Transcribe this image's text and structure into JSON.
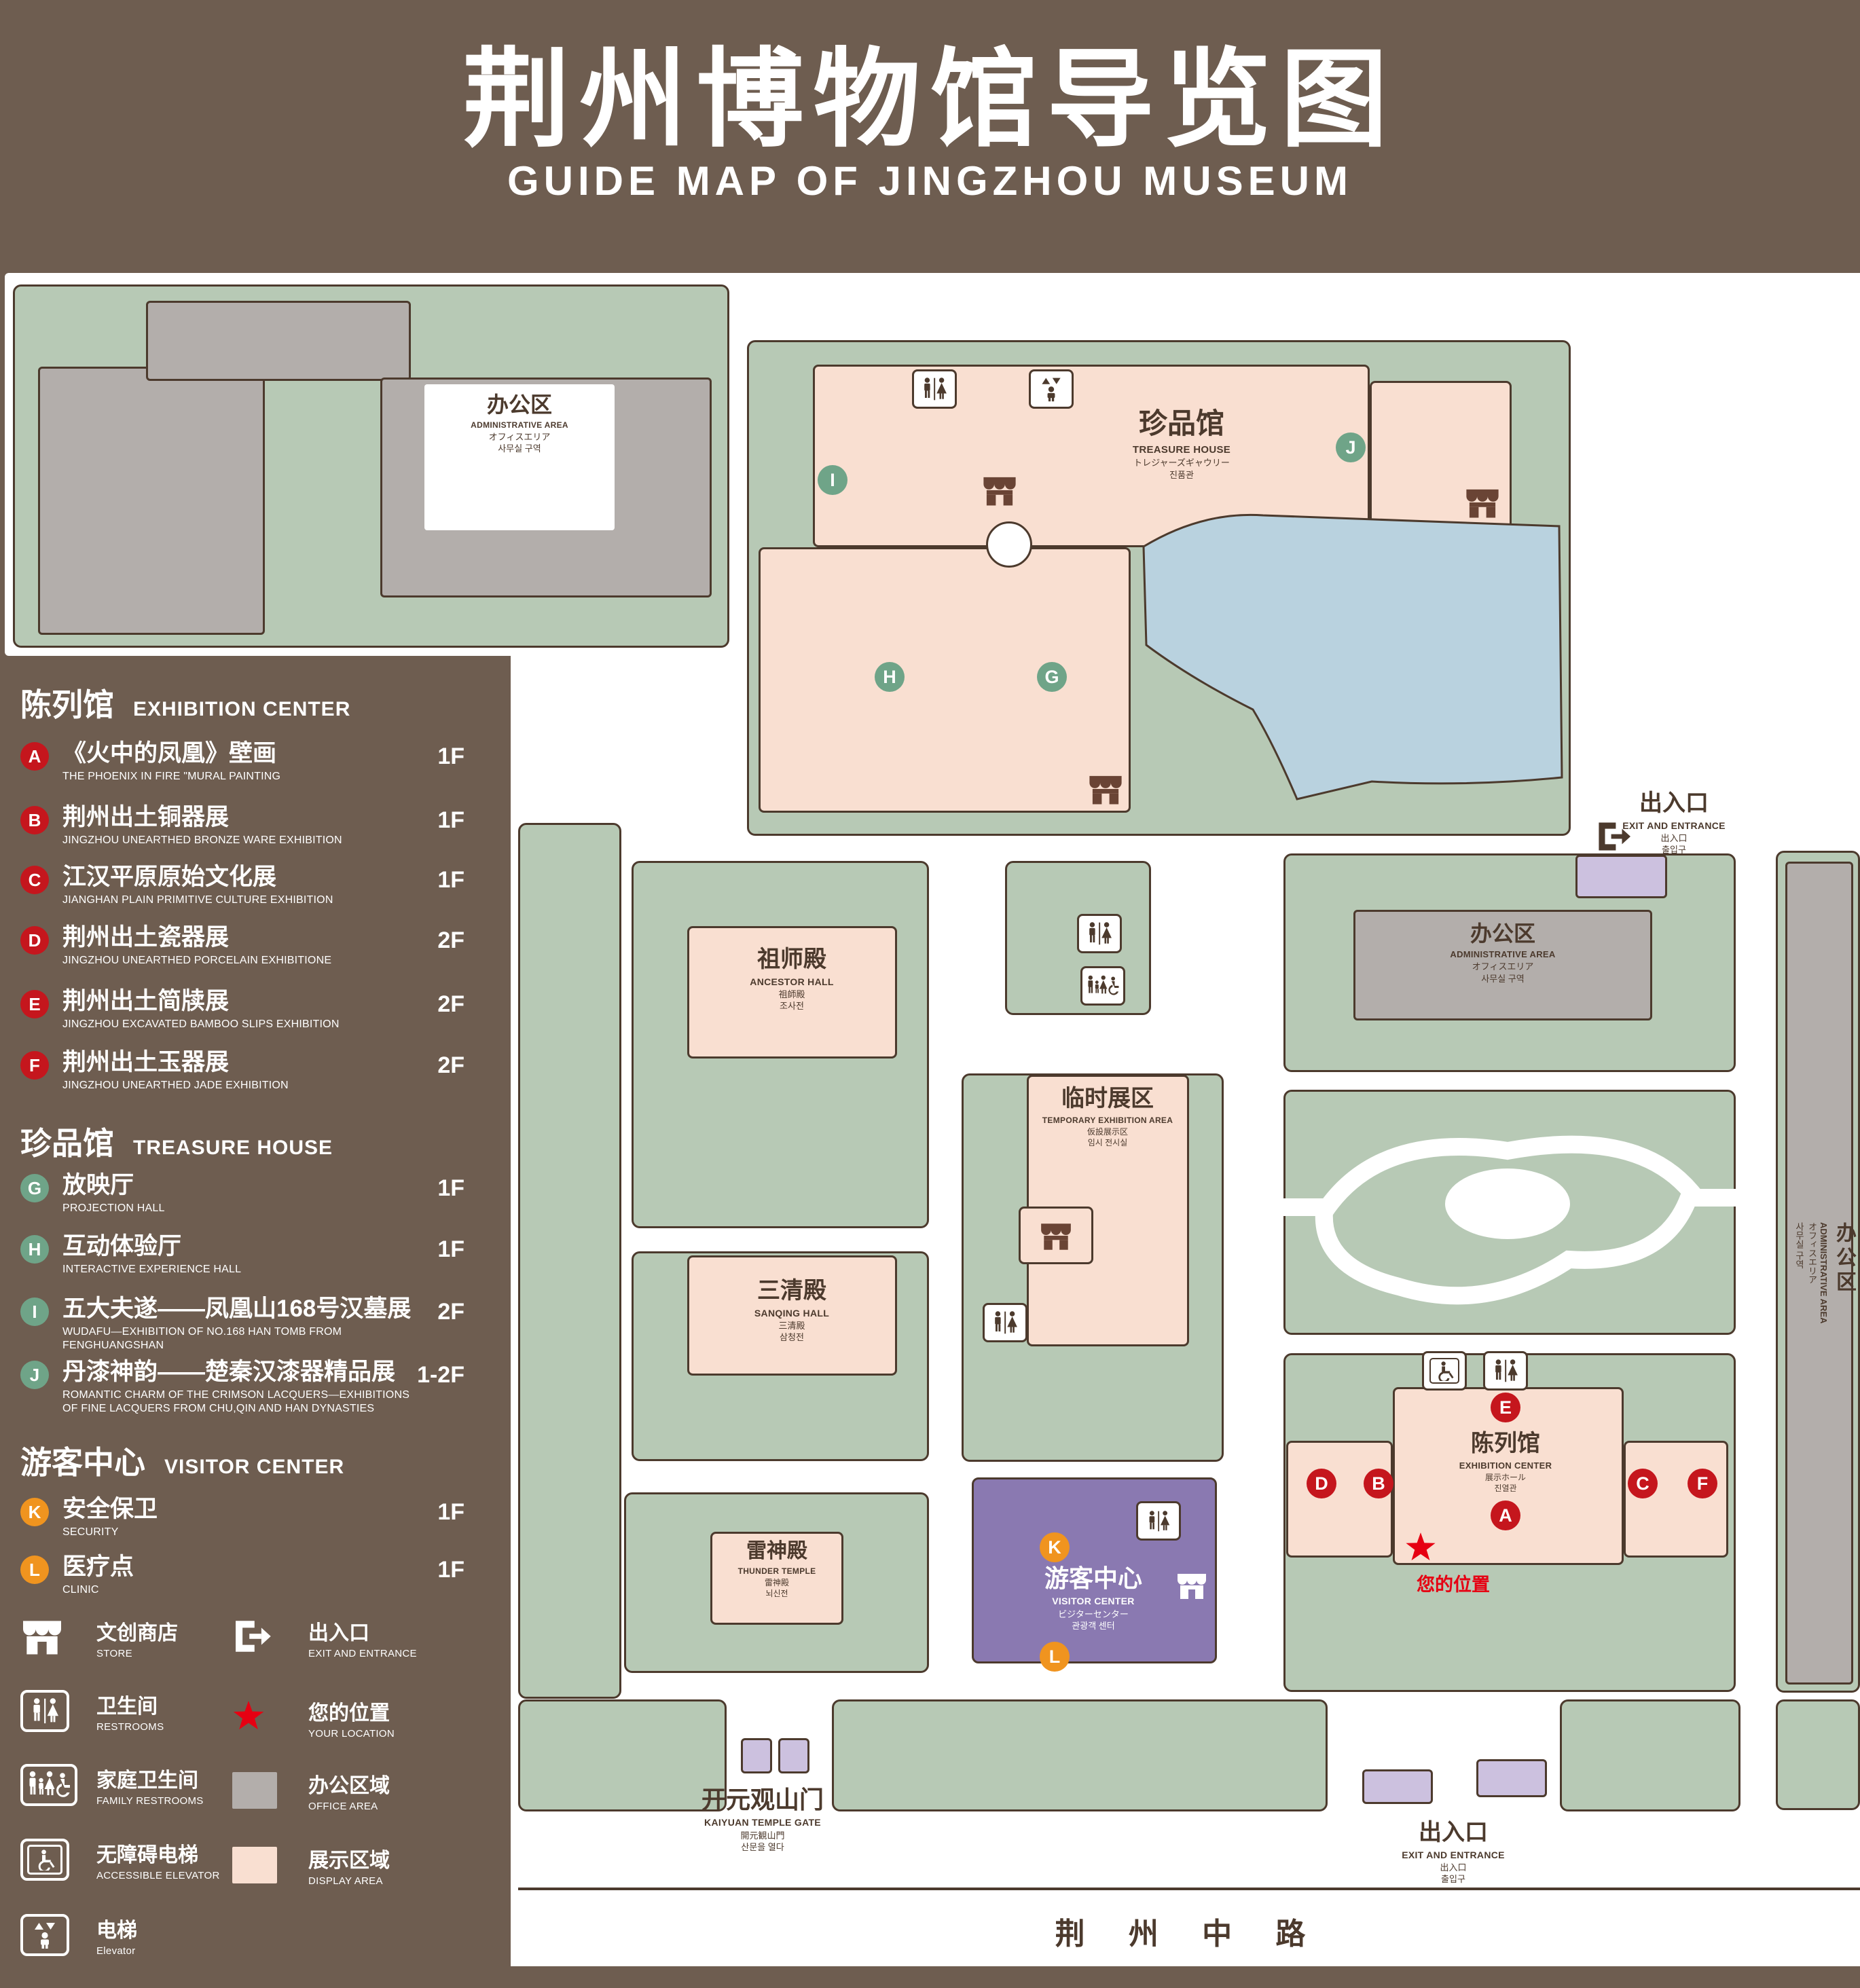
{
  "title": {
    "zh": "荆州博物馆导览图",
    "en": "GUIDE MAP OF JINGZHOU MUSEUM"
  },
  "legend": {
    "sections": [
      {
        "title_zh": "陈列馆",
        "title_en": "EXHIBITION CENTER",
        "items": [
          {
            "letter": "A",
            "zh": "《火中的凤凰》壁画",
            "en": "THE PHOENIX IN FIRE \"MURAL PAINTING",
            "floor": "1F"
          },
          {
            "letter": "B",
            "zh": "荆州出土铜器展",
            "en": "JINGZHOU UNEARTHED BRONZE WARE EXHIBITION",
            "floor": "1F"
          },
          {
            "letter": "C",
            "zh": "江汉平原原始文化展",
            "en": "JIANGHAN PLAIN PRIMITIVE CULTURE EXHIBITION",
            "floor": "1F"
          },
          {
            "letter": "D",
            "zh": "荆州出土瓷器展",
            "en": "JINGZHOU UNEARTHED PORCELAIN EXHIBITIONE",
            "floor": "2F"
          },
          {
            "letter": "E",
            "zh": "荆州出土简牍展",
            "en": "JINGZHOU EXCAVATED BAMBOO SLIPS EXHIBITION",
            "floor": "2F"
          },
          {
            "letter": "F",
            "zh": "荆州出土玉器展",
            "en": "JINGZHOU UNEARTHED JADE EXHIBITION",
            "floor": "2F"
          }
        ]
      },
      {
        "title_zh": "珍品馆",
        "title_en": "TREASURE HOUSE",
        "items": [
          {
            "letter": "G",
            "zh": "放映厅",
            "en": "PROJECTION HALL",
            "floor": "1F"
          },
          {
            "letter": "H",
            "zh": "互动体验厅",
            "en": "INTERACTIVE EXPERIENCE HALL",
            "floor": "1F"
          },
          {
            "letter": "I",
            "zh": "五大夫遂——凤凰山168号汉墓展",
            "en": "WUDAFU—EXHIBITION OF NO.168 HAN TOMB FROM FENGHUANGSHAN",
            "floor": "2F"
          },
          {
            "letter": "J",
            "zh": "丹漆神韵——楚秦汉漆器精品展",
            "en": "ROMANTIC CHARM OF THE CRIMSON LACQUERS—EXHIBITIONS OF FINE LACQUERS FROM CHU,QIN AND HAN DYNASTIES",
            "floor": "1-2F"
          }
        ]
      },
      {
        "title_zh": "游客中心",
        "title_en": "VISITOR CENTER",
        "items": [
          {
            "letter": "K",
            "zh": "安全保卫",
            "en": "SECURITY",
            "floor": "1F"
          },
          {
            "letter": "L",
            "zh": "医疗点",
            "en": "CLINIC",
            "floor": "1F"
          }
        ]
      }
    ],
    "symbols": [
      {
        "zh": "文创商店",
        "en": "STORE"
      },
      {
        "zh": "出入口",
        "en": "EXIT AND ENTRANCE"
      },
      {
        "zh": "卫生间",
        "en": "RESTROOMS"
      },
      {
        "zh": "您的位置",
        "en": "YOUR LOCATION"
      },
      {
        "zh": "家庭卫生间",
        "en": "FAMILY RESTROOMS"
      },
      {
        "zh": "办公区域",
        "en": "OFFICE AREA"
      },
      {
        "zh": "无障碍电梯",
        "en": "ACCESSIBLE ELEVATOR"
      },
      {
        "zh": "展示区域",
        "en": "DISPLAY AREA"
      },
      {
        "zh": "电梯",
        "en": "Elevator"
      }
    ]
  },
  "map": {
    "admin_top_left": {
      "zh": "办公区",
      "en": "ADMINISTRATIVE AREA",
      "jp": "オフィスエリア",
      "kr": "사무실 구역"
    },
    "treasure_house": {
      "zh": "珍品馆",
      "en": "TREASURE HOUSE",
      "jp": "トレジャーズギャウリー",
      "kr": "진품관"
    },
    "exit_right": {
      "zh": "出入口",
      "en": "EXIT AND ENTRANCE",
      "jp": "出入口",
      "kr": "출입구"
    },
    "admin_mid": {
      "zh": "办公区",
      "en": "ADMINISTRATIVE AREA",
      "jp": "オフィスエリア",
      "kr": "사무실 구역"
    },
    "admin_right": {
      "zh": "办公区",
      "en": "ADMINISTRATIVE AREA",
      "jp": "オフィスエリア",
      "kr": "사무실 구역"
    },
    "ancestor_hall": {
      "zh": "祖师殿",
      "en": "ANCESTOR HALL",
      "jp": "祖師殿",
      "kr": "조사전"
    },
    "temporary_area": {
      "zh": "临时展区",
      "en": "TEMPORARY EXHIBITION AREA",
      "jp": "仮設展示区",
      "kr": "임시 전시실"
    },
    "sanqing_hall": {
      "zh": "三清殿",
      "en": "SANQING HALL",
      "jp": "三清殿",
      "kr": "삼청전"
    },
    "thunder_temple": {
      "zh": "雷神殿",
      "en": "THUNDER TEMPLE",
      "jp": "雷神殿",
      "kr": "뇌신전"
    },
    "visitor_center": {
      "zh": "游客中心",
      "en": "VISITOR CENTER",
      "jp": "ビジターセンター",
      "kr": "관광객 센터"
    },
    "exhibition_center": {
      "zh": "陈列馆",
      "en": "EXHIBITION CENTER",
      "jp": "展示ホール",
      "kr": "진열관"
    },
    "your_location": "您的位置",
    "gate": {
      "zh": "开元观山门",
      "en": "KAIYUAN TEMPLE GATE",
      "jp": "開元観山門",
      "kr": "산문을 열다"
    },
    "exit_bottom": {
      "zh": "出入口",
      "en": "EXIT AND ENTRANCE",
      "jp": "出入口",
      "kr": "출입구"
    },
    "road": "荆 州 中 路",
    "markers": {
      "A": "A",
      "B": "B",
      "C": "C",
      "D": "D",
      "E": "E",
      "F": "F",
      "G": "G",
      "H": "H",
      "I": "I",
      "J": "J",
      "K": "K",
      "L": "L"
    }
  },
  "colors": {
    "background": "#6e5d50",
    "lawn_green": "#b7c9b5",
    "display_pink": "#f9dfd1",
    "office_gray": "#b3aeab",
    "water_blue": "#b9d2df",
    "visitor_purple": "#8a79b1",
    "entrance_purple": "#ccc1df",
    "badge_red": "#c5161d",
    "badge_green": "#6fa488",
    "badge_orange": "#f0941f",
    "location_red": "#e60012"
  }
}
